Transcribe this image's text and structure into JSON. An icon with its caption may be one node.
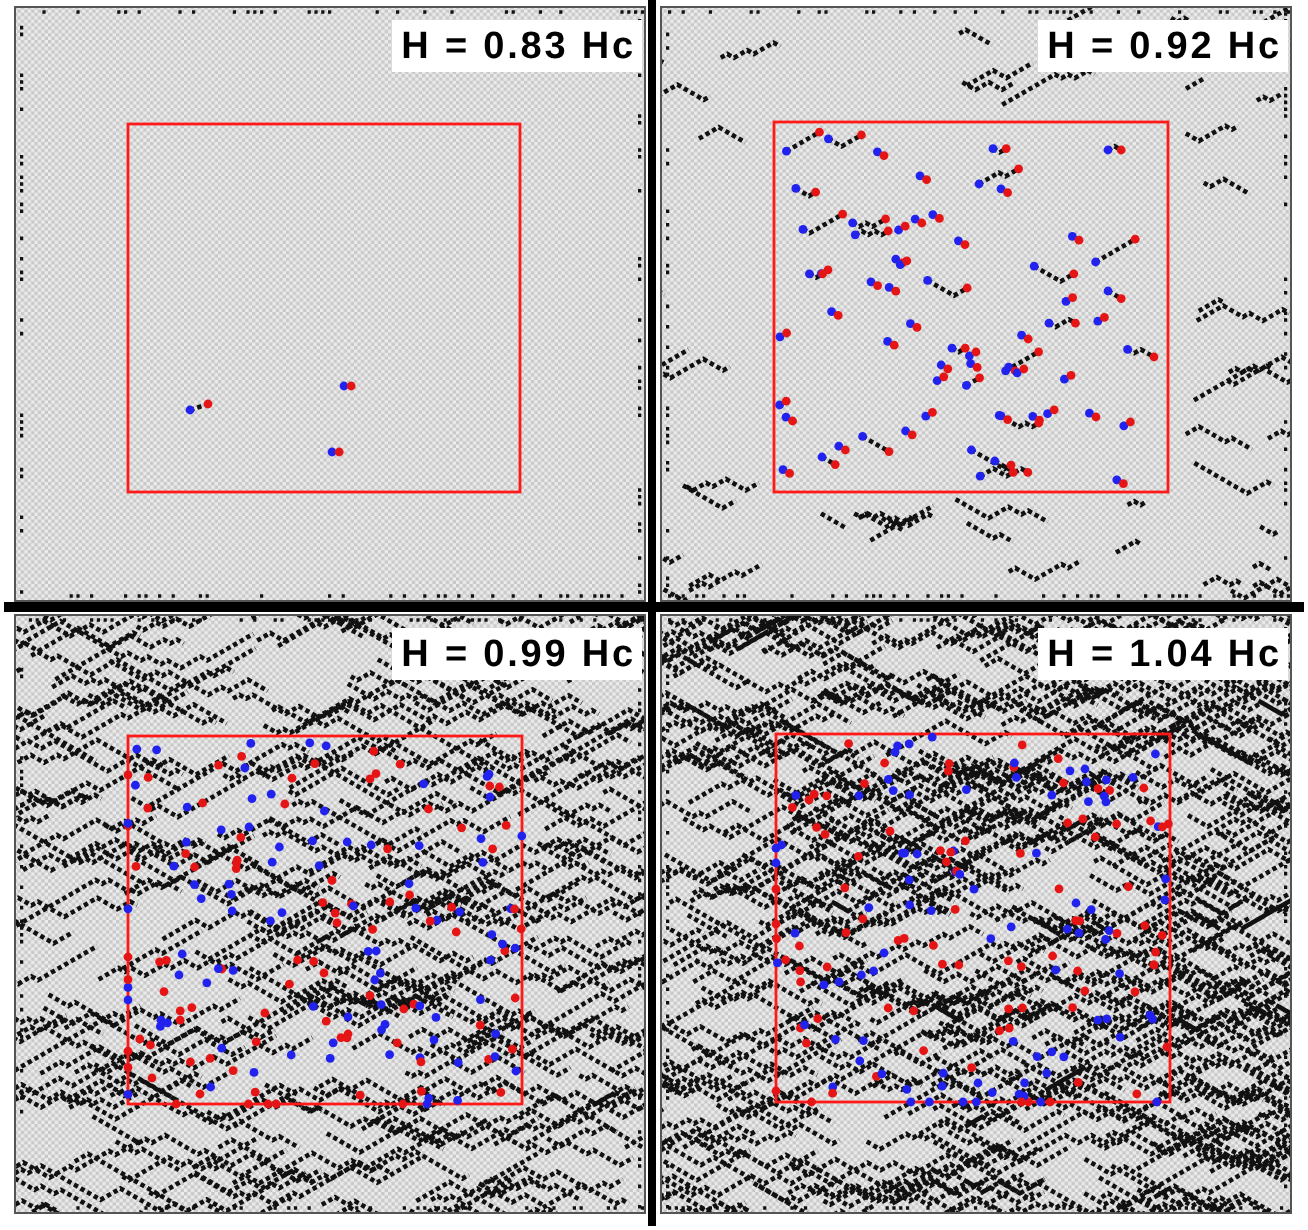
{
  "diagram": {
    "labels": [
      "H = 0.83 Hc",
      "H = 0.92 Hc",
      "H = 0.99 Hc",
      "H = 1.04 Hc"
    ]
  }
}
